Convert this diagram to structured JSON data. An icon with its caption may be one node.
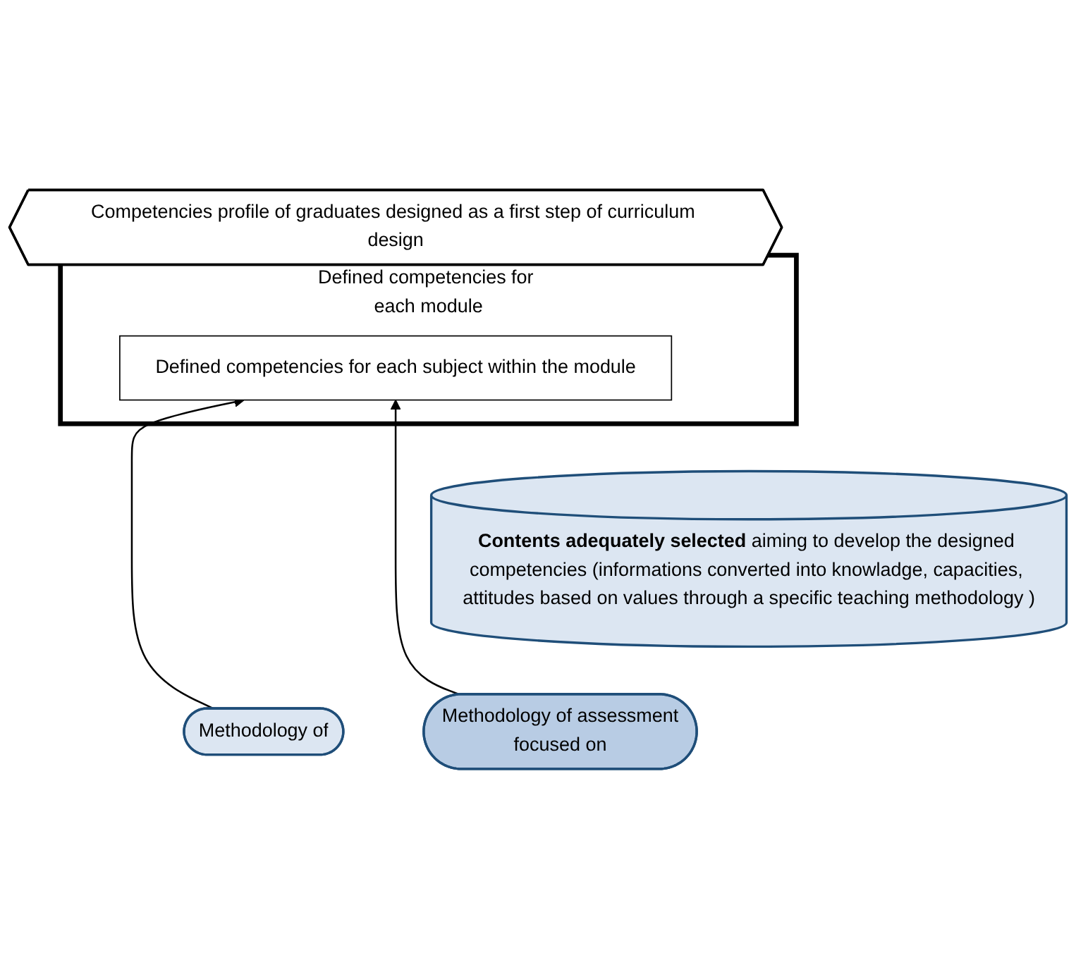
{
  "diagram": {
    "nodes": [
      {
        "text": [
          "Competencies profile of graduates designed as a first step of curriculum design"
        ]
      },
      {
        "text": [
          "Defined competencies for each module"
        ]
      },
      {
        "text": [
          "Defined competencies for each subject within the module"
        ],
        "in": 1
      },
      {
        "text": [
          "**Contents adequately selected** aiming to develop the designed competencies (informations converted into knowladge, capacities, attitudes based on values through a specific teaching methodology )"
        ]
      },
      {
        "text": [
          "Methodology of"
        ]
      },
      {
        "text": [
          "Methodology of assessment",
          "focused on"
        ]
      }
    ],
    "edges": [
      {
        "from": 4,
        "to": 2,
        "arrow": "to"
      },
      {
        "from": 5,
        "to": 2,
        "arrow": "to"
      }
    ]
  }
}
